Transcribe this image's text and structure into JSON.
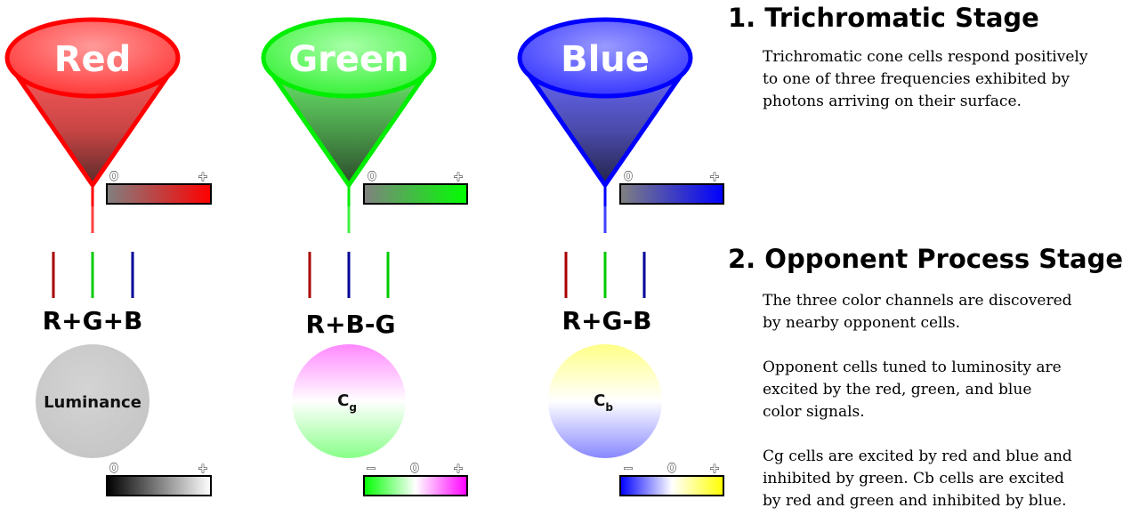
{
  "stages": [
    {
      "title": "1. Trichromatic Stage",
      "text": "Trichromatic cone cells respond positively\nto one of three frequencies exhibited by\nphotons arriving on their surface."
    },
    {
      "title": "2. Opponent Process Stage",
      "paragraphs": [
        "The three color channels are discovered\nby nearby opponent cells.",
        "Opponent cells tuned to luminosity are\nexcited by the red, green, and blue\ncolor signals.",
        "Cg cells are excited by red and blue and\ninhibited by green. Cb cells are excited\nby red and green and inhibited by blue."
      ]
    }
  ],
  "cones": [
    {
      "label": "Red",
      "color": "#ff0000",
      "scale_symbols": [
        "0",
        "+"
      ]
    },
    {
      "label": "Green",
      "color": "#00ee00",
      "scale_symbols": [
        "0",
        "+"
      ]
    },
    {
      "label": "Blue",
      "color": "#0000ff",
      "scale_symbols": [
        "0",
        "+"
      ]
    }
  ],
  "opponent_channels": [
    {
      "formula": "R+G+B",
      "circle_label": "Luminance",
      "circle_sub": "",
      "scale_symbols": [
        "0",
        "+"
      ]
    },
    {
      "formula": "R+B-G",
      "circle_label": "C",
      "circle_sub": "g",
      "scale_symbols": [
        "−",
        "0",
        "+"
      ]
    },
    {
      "formula": "R+G-B",
      "circle_label": "C",
      "circle_sub": "b",
      "scale_symbols": [
        "−",
        "0",
        "+"
      ]
    }
  ],
  "colors": {
    "red": "#ff0000",
    "green": "#00dd00",
    "blue": "#0000ff",
    "dark_red": "#aa0000",
    "dark_blue": "#000099",
    "gray": "#808080"
  }
}
